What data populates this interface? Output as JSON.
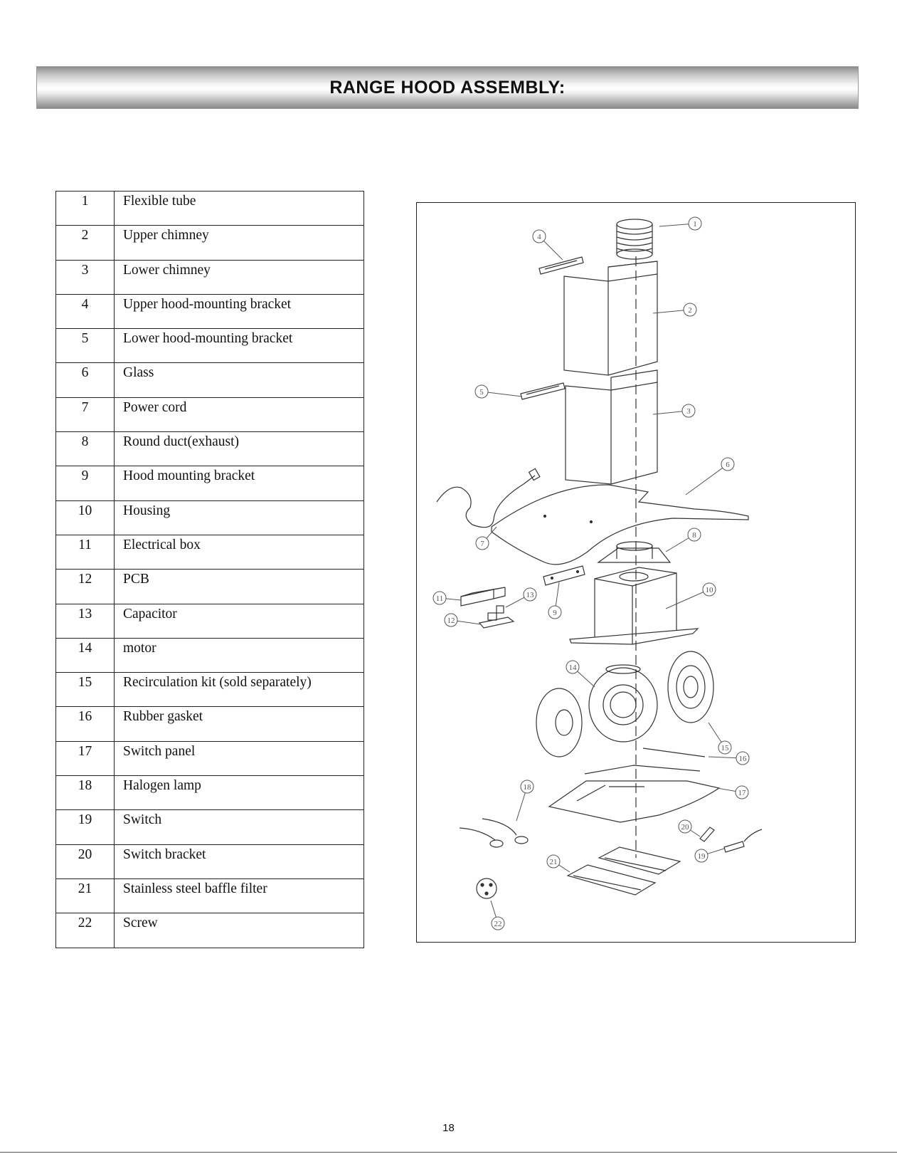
{
  "page": {
    "title": "RANGE HOOD ASSEMBLY:",
    "page_number": "18"
  },
  "parts": [
    {
      "num": "1",
      "name": "Flexible tube"
    },
    {
      "num": "2",
      "name": "Upper chimney"
    },
    {
      "num": "3",
      "name": "Lower chimney"
    },
    {
      "num": "4",
      "name": "Upper hood-mounting bracket"
    },
    {
      "num": "5",
      "name": "Lower hood-mounting bracket"
    },
    {
      "num": "6",
      "name": "Glass"
    },
    {
      "num": "7",
      "name": "Power cord"
    },
    {
      "num": "8",
      "name": "Round duct(exhaust)"
    },
    {
      "num": "9",
      "name": "Hood mounting bracket"
    },
    {
      "num": "10",
      "name": "Housing"
    },
    {
      "num": "11",
      "name": "Electrical box"
    },
    {
      "num": "12",
      "name": "PCB"
    },
    {
      "num": "13",
      "name": "Capacitor"
    },
    {
      "num": "14",
      "name": "motor"
    },
    {
      "num": "15",
      "name": "Recirculation kit (sold separately)"
    },
    {
      "num": "16",
      "name": "Rubber gasket"
    },
    {
      "num": "17",
      "name": "Switch panel"
    },
    {
      "num": "18",
      "name": "Halogen lamp"
    },
    {
      "num": "19",
      "name": "Switch"
    },
    {
      "num": "20",
      "name": "Switch bracket"
    },
    {
      "num": "21",
      "name": "Stainless steel baffle filter"
    },
    {
      "num": "22",
      "name": "Screw"
    }
  ],
  "diagram": {
    "callouts": [
      "1",
      "2",
      "3",
      "4",
      "5",
      "6",
      "7",
      "8",
      "9",
      "10",
      "11",
      "12",
      "13",
      "14",
      "15",
      "16",
      "17",
      "18",
      "19",
      "20",
      "21",
      "22"
    ]
  }
}
